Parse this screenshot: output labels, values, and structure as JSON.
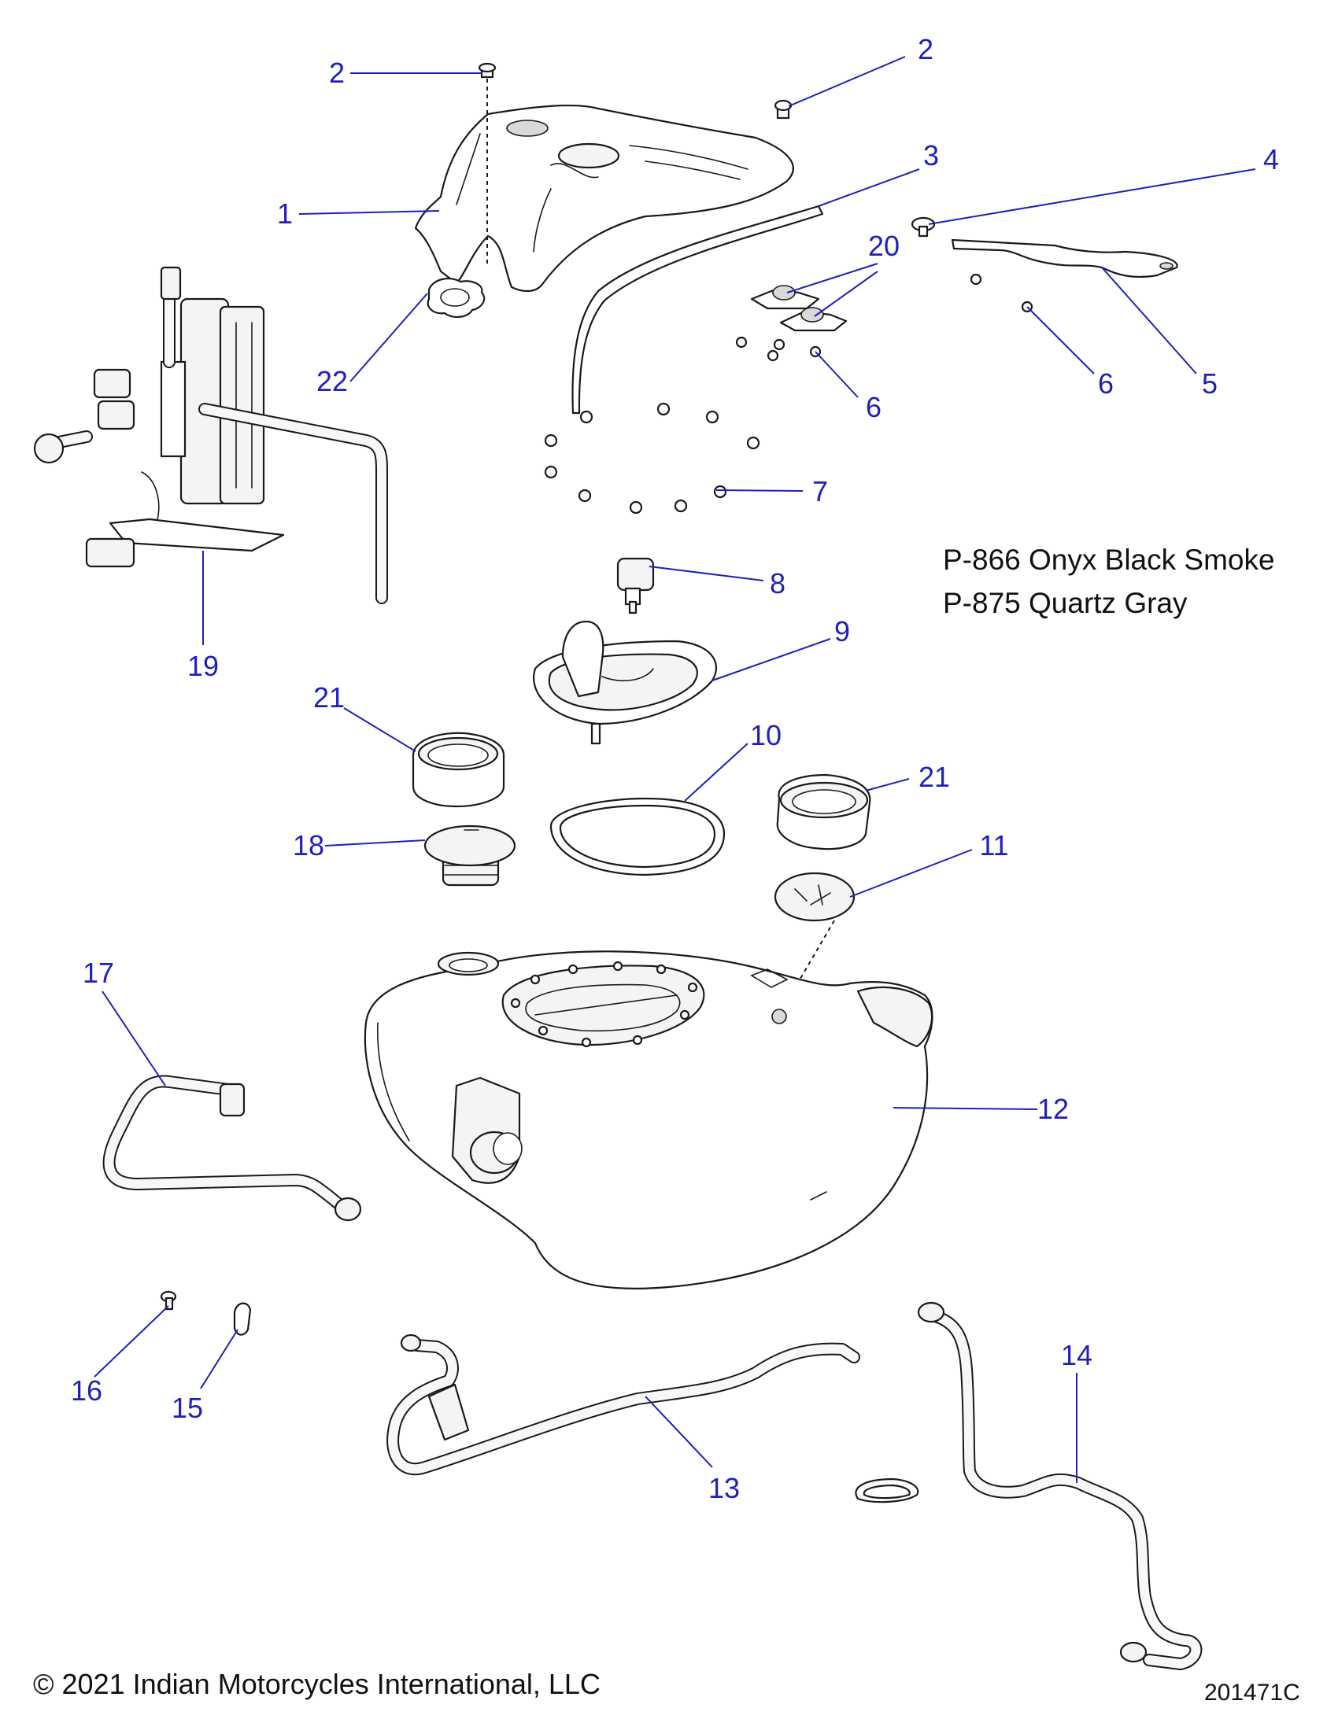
{
  "callouts": [
    {
      "id": "c2a",
      "text": "2"
    },
    {
      "id": "c2b",
      "text": "2"
    },
    {
      "id": "c3",
      "text": "3"
    },
    {
      "id": "c4",
      "text": "4"
    },
    {
      "id": "c1",
      "text": "1"
    },
    {
      "id": "c20",
      "text": "20"
    },
    {
      "id": "c22",
      "text": "22"
    },
    {
      "id": "c6a",
      "text": "6"
    },
    {
      "id": "c6b",
      "text": "6"
    },
    {
      "id": "c5",
      "text": "5"
    },
    {
      "id": "c7",
      "text": "7"
    },
    {
      "id": "c8",
      "text": "8"
    },
    {
      "id": "c19",
      "text": "19"
    },
    {
      "id": "c9",
      "text": "9"
    },
    {
      "id": "c21a",
      "text": "21"
    },
    {
      "id": "c10",
      "text": "10"
    },
    {
      "id": "c21b",
      "text": "21"
    },
    {
      "id": "c18",
      "text": "18"
    },
    {
      "id": "c11",
      "text": "11"
    },
    {
      "id": "c17",
      "text": "17"
    },
    {
      "id": "c12",
      "text": "12"
    },
    {
      "id": "c16",
      "text": "16"
    },
    {
      "id": "c15",
      "text": "15"
    },
    {
      "id": "c13",
      "text": "13"
    },
    {
      "id": "c14",
      "text": "14"
    }
  ],
  "notes": {
    "line1": "P-866 Onyx Black Smoke",
    "line2": "P-875 Quartz Gray"
  },
  "footer": {
    "copyright": "© 2021 Indian Motorcycles International, LLC",
    "code": "201471C"
  }
}
